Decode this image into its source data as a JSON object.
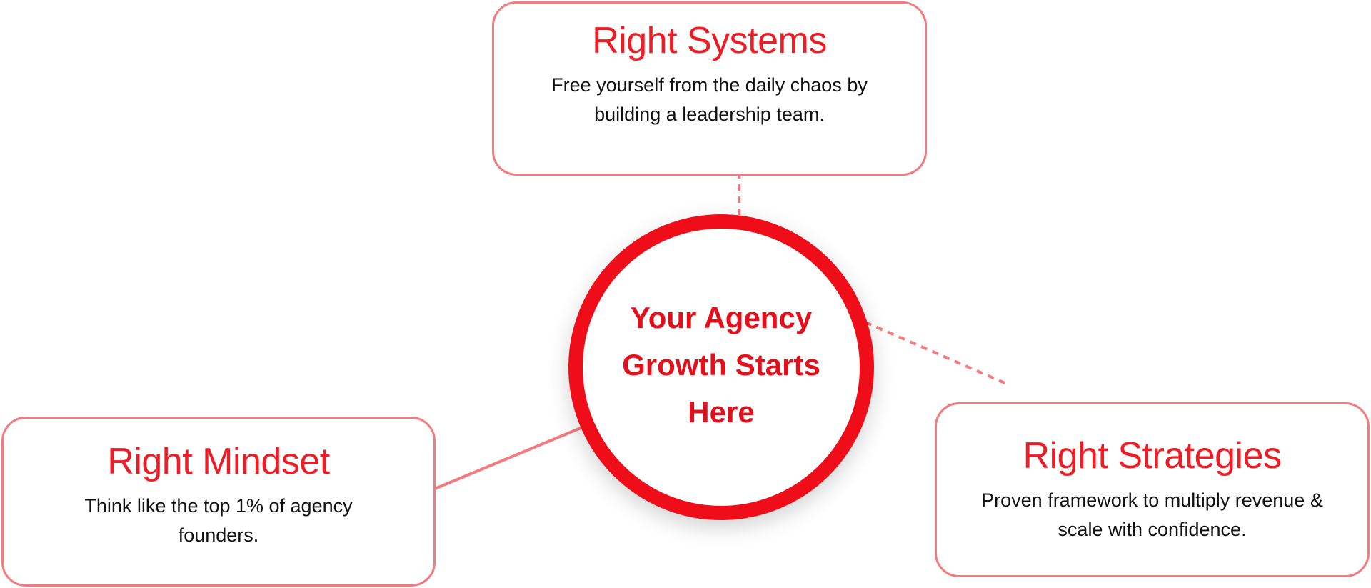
{
  "center": {
    "text": "Your Agency Growth Starts Here"
  },
  "cards": [
    {
      "title": "Right Systems",
      "text": "Free yourself from the daily chaos by building a leadership team."
    },
    {
      "title": "Right Mindset",
      "text": "Think like the top 1% of agency founders."
    },
    {
      "title": "Right Strategies",
      "text": "Proven framework to multiply revenue & scale with confidence."
    }
  ],
  "colors": {
    "accent": "#ee1c25",
    "border": "#f47a7e",
    "connector": "#f47a7e"
  }
}
